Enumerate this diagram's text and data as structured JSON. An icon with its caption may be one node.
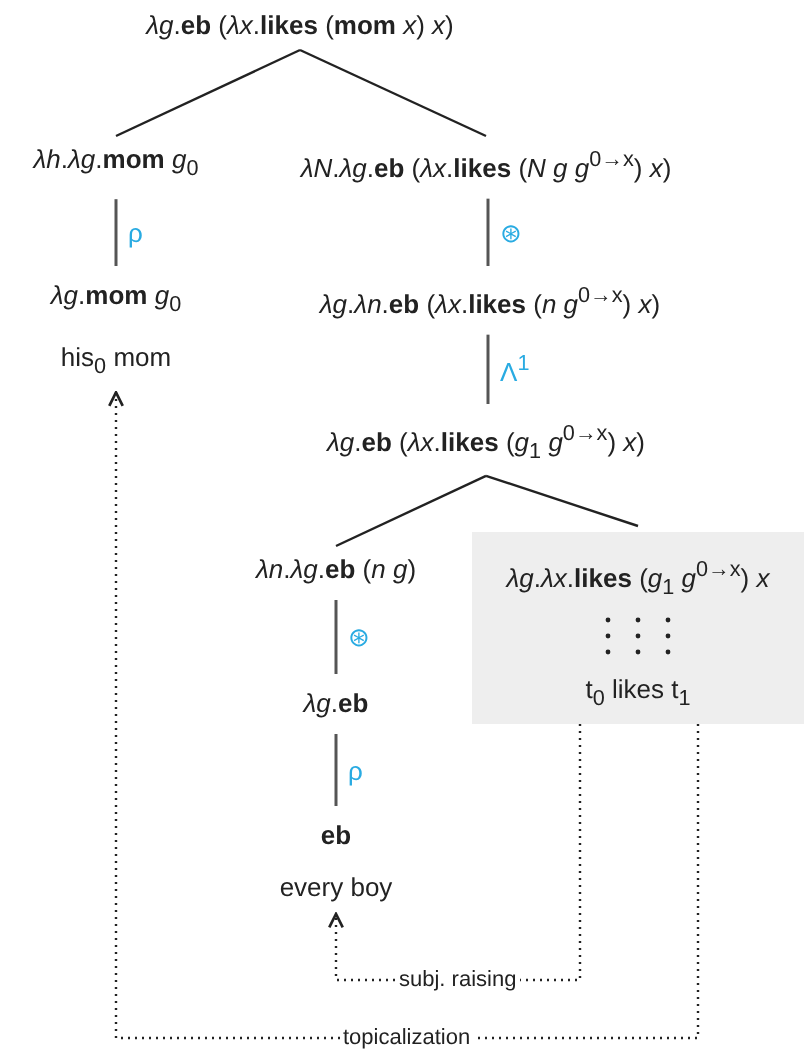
{
  "diagram": {
    "nodes": [
      {
        "text": [
          "*λg*.**eb** (*λx*.**likes** (**mom** *x*) *x*)"
        ]
      },
      {
        "text": [
          "*λh*.*λg*.**mom** *g*$_{0}$"
        ]
      },
      {
        "text": [
          "*λN*.*λg*.**eb** (*λx*.**likes** (*N g g*$^{0→x}$) *x*)"
        ]
      },
      {
        "text": [
          "*λg*.**mom** *g*$_{0}$",
          "his$_{0}$ mom"
        ]
      },
      {
        "text": [
          "*λg*.*λn*.**eb** (*λx*.**likes** (*n g*$^{0→x}$) *x*)"
        ]
      },
      {
        "text": [
          "*λg*.**eb** (*λx*.**likes** (*g*$_{1}$ *g*$^{0→x}$) *x*)"
        ]
      },
      {
        "text": [
          "*λn*.*λg*.**eb** (*n g*)"
        ]
      },
      {
        "text": [
          "*λg*.*λx*.**likes** (*g*$_{1}$ *g*$^{0→x}$) *x*",
          "t$_{0}$ likes t$_{1}$"
        ]
      },
      {
        "text": [
          "*λg*.**eb**"
        ]
      },
      {
        "text": [
          "**eb**",
          "every boy"
        ]
      }
    ],
    "edges": [
      {
        "from": 0,
        "to": 1,
        "arrow": "none"
      },
      {
        "from": 0,
        "to": 2,
        "arrow": "none"
      },
      {
        "from": 1,
        "to": 3,
        "arrow": "none",
        "label": "ρ"
      },
      {
        "from": 2,
        "to": 4,
        "arrow": "none",
        "label": "⊛"
      },
      {
        "from": 4,
        "to": 5,
        "arrow": "none",
        "label": "Λ$^{1}$"
      },
      {
        "from": 5,
        "to": 6,
        "arrow": "none"
      },
      {
        "from": 5,
        "to": 7,
        "arrow": "none"
      },
      {
        "from": 6,
        "to": 8,
        "arrow": "none",
        "label": "⊛"
      },
      {
        "from": 8,
        "to": 9,
        "arrow": "none",
        "label": "ρ"
      },
      {
        "from": 7,
        "to": 9,
        "arrow": "to",
        "label": "subj. raising",
        "style": "dashed"
      },
      {
        "from": 7,
        "to": 3,
        "arrow": "to",
        "label": "topicalization",
        "style": "dashed"
      }
    ]
  }
}
